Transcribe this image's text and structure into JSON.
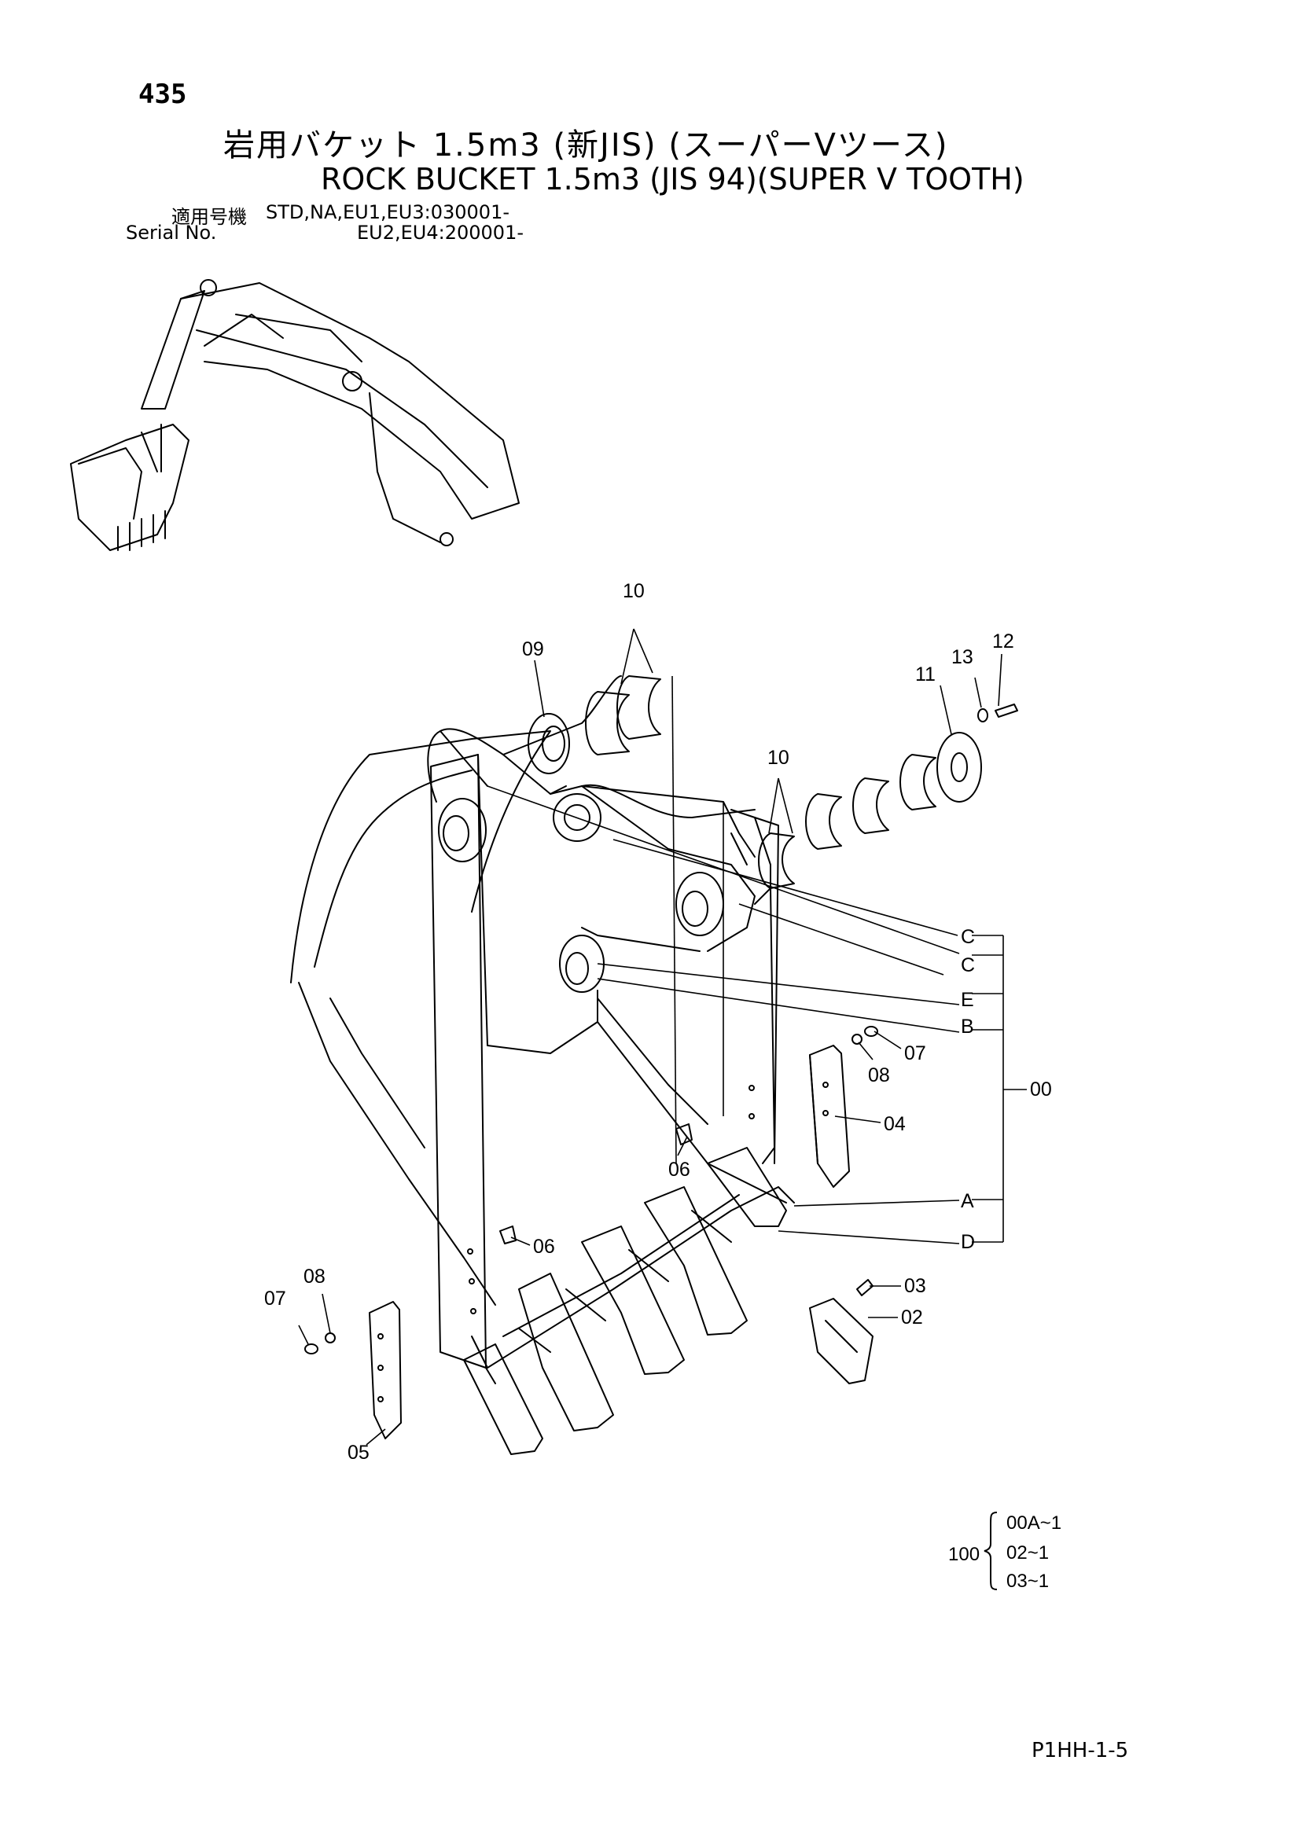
{
  "page": {
    "number": "435",
    "title_jp": "岩用バケット 1.5m3 (新JIS) (スーパーVツース)",
    "title_en": "ROCK BUCKET 1.5m3 (JIS 94)(SUPER V TOOTH)",
    "serial": {
      "label_jp": "適用号機",
      "label_en": "Serial No.",
      "line1": "STD,NA,EU1,EU3:030001-",
      "line2": "EU2,EU4:200001-"
    },
    "code": "P1HH-1-5"
  },
  "callouts": {
    "c00": "00",
    "c02": "02",
    "c03": "03",
    "c04": "04",
    "c05": "05",
    "c06a": "06",
    "c06b": "06",
    "c07a": "07",
    "c07b": "07",
    "c08a": "08",
    "c08b": "08",
    "c09": "09",
    "c10a": "10",
    "c10b": "10",
    "c11": "11",
    "c12": "12",
    "c13": "13",
    "lA": "A",
    "lB": "B",
    "lC1": "C",
    "lC2": "C",
    "lD": "D",
    "lE": "E"
  },
  "kit": {
    "number": "100",
    "items": [
      "00A~1",
      "02~1",
      "03~1"
    ]
  },
  "colors": {
    "ink": "#000000",
    "paper": "#ffffff"
  }
}
